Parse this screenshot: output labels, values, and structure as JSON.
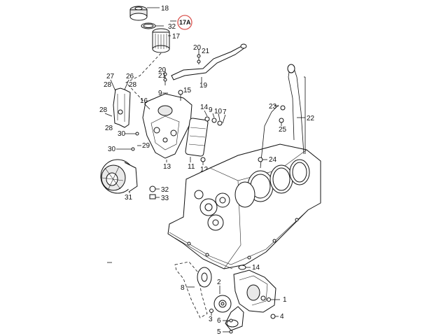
{
  "labels": {
    "l18": "18",
    "l17a": "17A",
    "l32a": "32",
    "l17": "17",
    "l20a": "20",
    "l21a": "21",
    "l20b": "20",
    "l21b": "21",
    "l19": "19",
    "l27": "27",
    "l26": "26",
    "l28a": "28",
    "l28b": "28",
    "l9a": "9",
    "l15": "15",
    "l16": "16",
    "l14a": "14",
    "l9b": "9",
    "l10": "10",
    "l7": "7",
    "l28c": "28",
    "l28d": "28",
    "l30a": "30",
    "l29": "29",
    "l30b": "30",
    "l11": "11",
    "l13": "13",
    "l12": "12",
    "l31": "31",
    "l32b": "32",
    "l33": "33",
    "l22": "22",
    "l23": "23",
    "l24": "24",
    "l25": "25",
    "l14b": "14",
    "l8": "8",
    "l2": "2",
    "l3": "3",
    "l6": "6",
    "l1": "1",
    "l4": "4",
    "l5": "5"
  },
  "highlight_color": "#d9534f"
}
